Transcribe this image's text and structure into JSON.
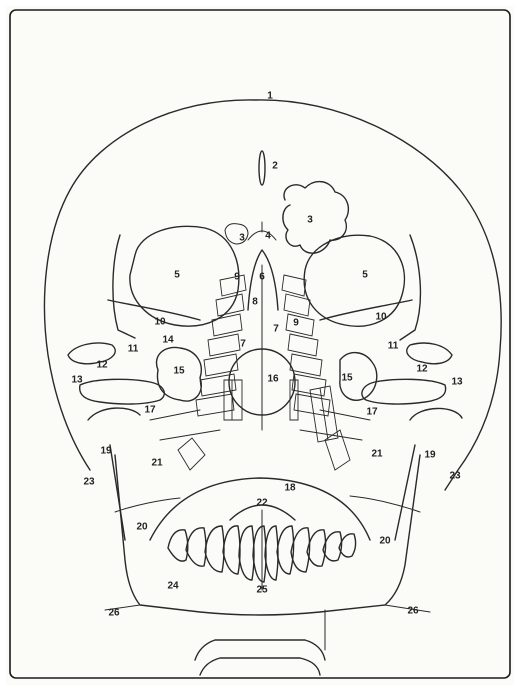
{
  "labels": [
    "1",
    "2",
    "3",
    "3",
    "4",
    "5",
    "5",
    "6",
    "7",
    "7",
    "8",
    "9",
    "9",
    "10",
    "10",
    "11",
    "11",
    "12",
    "12",
    "13",
    "13",
    "14",
    "15",
    "15",
    "16",
    "17",
    "17",
    "18",
    "19",
    "19",
    "20",
    "20",
    "21",
    "21",
    "22",
    "23",
    "23",
    "24",
    "25",
    "26",
    "26"
  ],
  "colors": {
    "line": "#2a2a2a",
    "paper": "#fbfbf8",
    "frame": "#1a1a1a",
    "label": "#222222"
  }
}
